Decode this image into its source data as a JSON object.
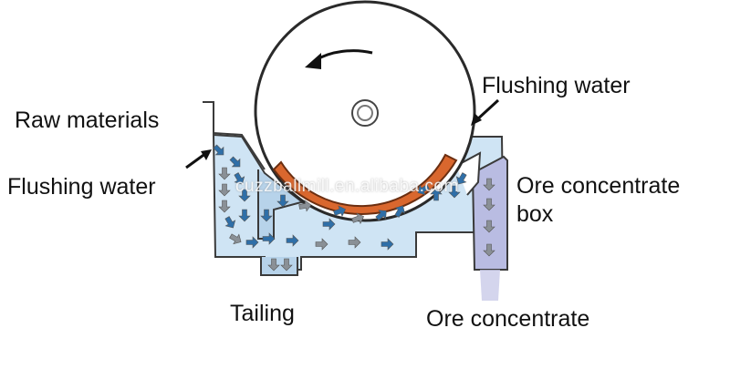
{
  "labels": {
    "raw_materials": "Raw materials",
    "flushing_water_left": "Flushing water",
    "flushing_water_top": "Flushing water",
    "ore_concentrate_box_line1": "Ore concentrate",
    "ore_concentrate_box_line2": "box",
    "tailing": "Tailing",
    "ore_concentrate": "Ore concentrate"
  },
  "watermark": "cuzzballmill.en.alibaba.com",
  "colors": {
    "drum_fill": "#ffffff",
    "drum_outline": "#2a2a2a",
    "magnet_arc": "#d9672e",
    "water_light": "#cfe4f4",
    "water_mid": "#b7d3ea",
    "concentrate_box": "#b9bce2",
    "arrow_blue": "#2f6fa8",
    "arrow_gray": "#8a9096"
  },
  "icons": {
    "rotation": "counterclockwise-arrow-icon",
    "pointer": "pointer-arrow-icon",
    "flow": "flow-arrow-icon"
  }
}
